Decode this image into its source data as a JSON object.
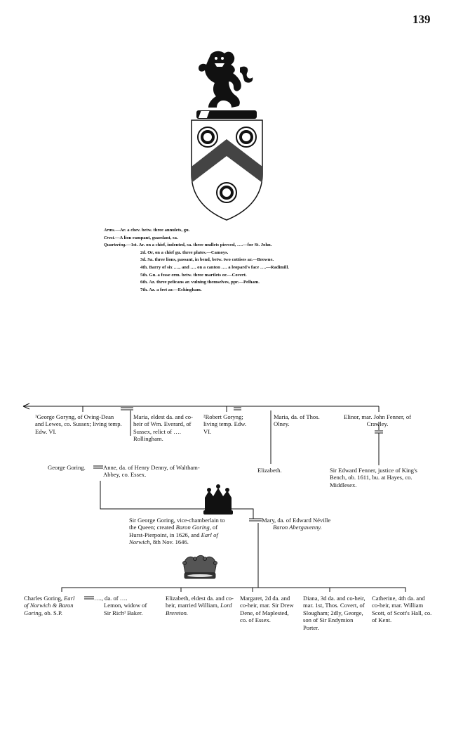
{
  "page_number": "139",
  "armorial": {
    "arms_label": "Arms.",
    "arms": "—Ar. a chev. betw. three annulets, gu.",
    "crest_label": "Crest.",
    "crest": "—A lion rampant, guardant, sa.",
    "quartering_label": "Quartering.",
    "quartering_1": "—1st. Ar. on a chief, indented, sa. three mullets pierced, ….—for St. John.",
    "quartering_2": "2d. Or, on a chief gu. three plates.—Camoys.",
    "quartering_3": "3d. Sa. three lions, passant, in bend, betw. two cottises ar.—Browne.",
    "quartering_4": "4th. Barry of six …., and …. on a canton …. a leopard's face ….—Radimill.",
    "quartering_5": "5th. Gu. a fesse erm. betw. three martlets or.—Covert.",
    "quartering_6": "6th. Az. three pelicans ar. vulning themselves, ppr.—Pelham.",
    "quartering_7": "7th. Az. a fret ar.—Echingham."
  },
  "pedigree": {
    "george_goryng": "¹George Goryng, of Oving-Dean and Lewes, co. Sussex; living temp. Edw. VI.",
    "maria_rollingham": "Maria, eldest da. and co-heir of Wm. Everard, of Sussex, relict of …. Rollingham.",
    "robert_goryng": "²Robert Goryng; living temp. Edw. VI.",
    "maria_olney": "Maria, da. of Thos. Olney.",
    "elinor": "Elinor, mar. John Fenner, of Crawley.",
    "george_goring": "George Goring.",
    "anne_denny": "Anne, da. of Henry Denny, of Waltham-Abbey, co. Essex.",
    "elizabeth": "Elizabeth.",
    "edward_fenner": "Sir Edward Fenner, justice of King's Bench, ob. 1611, bu. at Hayes, co. Middlesex.",
    "sir_george_1": "Sir George Goring, vice-chamberlain to",
    "sir_george_2": "the Queen; created ",
    "sir_george_2i": "Baron Goring,",
    "sir_george_2b": " of",
    "sir_george_3": "Hurst-Pierpoint, in 1626, and ",
    "sir_george_3i": "Earl of",
    "sir_george_4i": "Norwich,",
    "sir_george_4": " 8th Nov. 1646.",
    "mary_neville_1": "Mary, da. of Edward Néville",
    "mary_neville_2": "Baron Abergavenny.",
    "charles_1": "Charles Goring, ",
    "charles_1i": "Earl",
    "charles_2i": "of Norwich & Baron",
    "charles_3i": "Goring,",
    "charles_3": " ob. S.P.",
    "lemon_1": "…., da. of ….",
    "lemon_2": "Lemon, widow of",
    "lemon_3": "Sir Richᵈ Baker.",
    "elizabeth_2": "Elizabeth, eldest da. and co-heir, married William, ",
    "elizabeth_2i": "Lord Brereton.",
    "margaret": "Margaret, 2d da. and co-heir, mar. Sir Drew Dene, of Maplested, co. of Essex.",
    "diana": "Diana, 3d da. and co-heir, mar. 1st, Thos. Covert, of Slougham; 2dly, George, son of Sir Endymion Porter.",
    "catherine": "Catherine, 4th da. and co-heir, mar. William Scott, of Scott's Hall, co. of Kent."
  }
}
